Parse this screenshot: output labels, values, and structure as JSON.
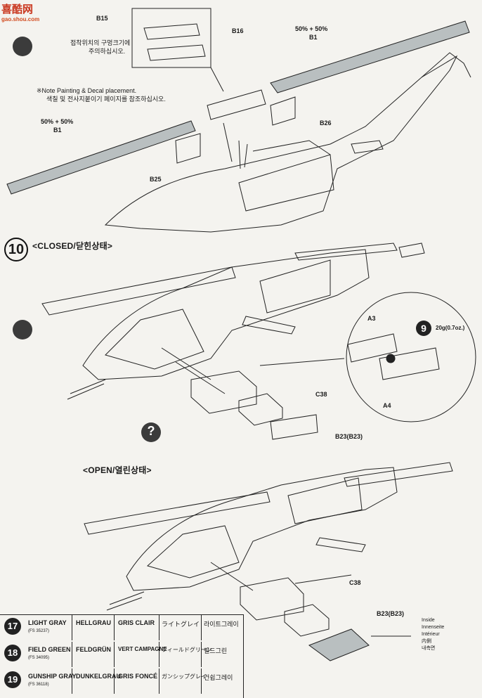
{
  "watermark": {
    "text": "喜酷网",
    "url": "gao.shou.com"
  },
  "top_section": {
    "part_b15": "B15",
    "part_b16": "B16",
    "part_b1_right": "B1",
    "part_b1_left": "B1",
    "part_b25": "B25",
    "part_b26": "B26",
    "paint_mix_right": "50% + 50%",
    "paint_mix_left": "50% + 50%",
    "glue_note_line1": "접착위치의 구멍크기에",
    "glue_note_line2": "주의하십시오.",
    "decal_note_line1": "※Note Painting & Decal placement.",
    "decal_note_line2": "색칠 및 전사지붙이기 페이지를 참조하십시오."
  },
  "step": {
    "number": "10",
    "closed_label": "<CLOSED/닫힌상태>",
    "open_label": "<OPEN/열린상태>",
    "part_a3": "A3",
    "part_a4": "A4",
    "weight_number": "9",
    "weight_note": "20g(0.7oz.)",
    "part_c38_closed": "C38",
    "part_b23_closed": "B23(B23)",
    "part_c38_open": "C38",
    "part_b23_open": "B23(B23)",
    "help_icon": "question-icon"
  },
  "inside_legend": [
    "Inside",
    "Innenseite",
    "Intérieur",
    "内側",
    "내측면"
  ],
  "legend": [
    {
      "num": "17",
      "en": "LIGHT GRAY",
      "fs": "(FS 35237)",
      "de": "HELLGRAU",
      "fr": "GRIS CLAIR",
      "jp": "ライトグレイ",
      "kr": "라이트그레이"
    },
    {
      "num": "18",
      "en": "FIELD GREEN",
      "fs": "(FS 34095)",
      "de": "FELDGRÜN",
      "fr": "VERT CAMPAGNE",
      "jp": "フィールドグリーン",
      "kr": "필드그린"
    },
    {
      "num": "19",
      "en": "GUNSHIP GRAY",
      "fs": "(FS 36118)",
      "de": "DUNKELGRAU",
      "fr": "GRIS FONCÉ",
      "jp": "ガンシップグレイ",
      "kr": "건쉽그레이"
    }
  ],
  "colors": {
    "paper": "#f4f3ef",
    "ink": "#1a1a1a",
    "blade_fill": "#b9bfc0",
    "watermark": "#c9371f"
  }
}
